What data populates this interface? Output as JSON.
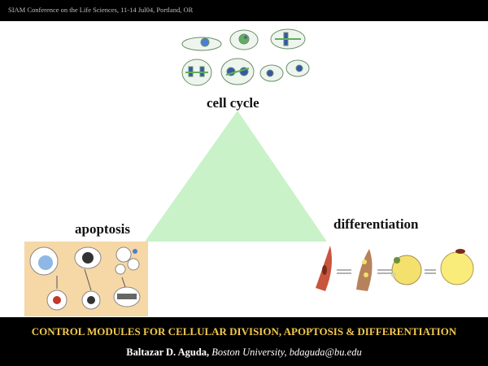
{
  "header": {
    "conference": "SIAM  Conference on the Life Sciences, 11-14 Jul04, Portland, OR"
  },
  "modules": {
    "cell_cycle": "cell cycle",
    "apoptosis": "apoptosis",
    "differentiation": "differentiation"
  },
  "footer": {
    "title": "CONTROL MODULES FOR CELLULAR DIVISION, APOPTOSIS & DIFFERENTIATION",
    "author_name": "Baltazar D. Aguda,",
    "author_affil": " Boston University, bdaguda@bu.edu"
  },
  "colors": {
    "triangle": "#c9f2c9",
    "title": "#f2c94c",
    "apoptosis_panel": "#f6d7a6",
    "background": "#ffffff",
    "bars": "#000000"
  }
}
